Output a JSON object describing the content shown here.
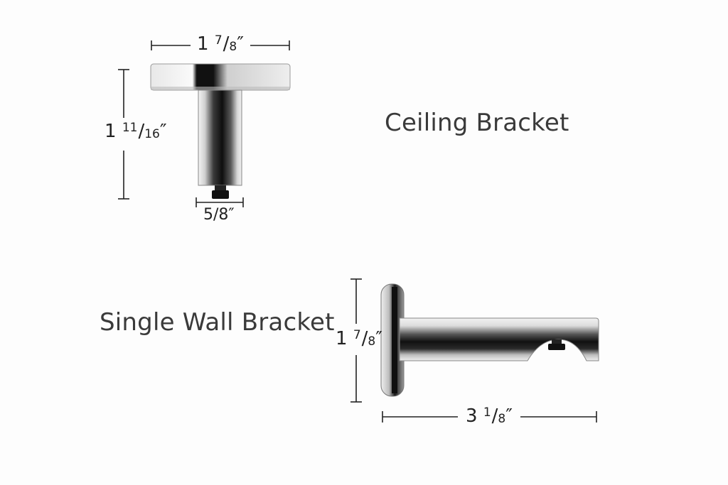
{
  "ceiling_bracket": {
    "title": "Ceiling Bracket",
    "width_dim": {
      "whole": "1",
      "num": "7",
      "den": "8"
    },
    "height_dim": {
      "whole": "1",
      "num": "11",
      "den": "16"
    },
    "stem_dim": {
      "whole": "",
      "num": "5",
      "den": "8"
    }
  },
  "wall_bracket": {
    "title": "Single Wall Bracket",
    "height_dim": {
      "whole": "1",
      "num": "7",
      "den": "8"
    },
    "length_dim": {
      "whole": "3",
      "num": "1",
      "den": "8"
    }
  },
  "inch_mark": "″",
  "colors": {
    "background": "#fdfdfd",
    "dimension_lines": "#222222",
    "chrome_dark": "#111111",
    "chrome_light": "#f4f4f4"
  }
}
